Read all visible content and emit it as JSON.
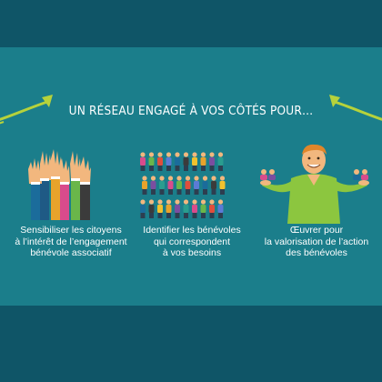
{
  "heading": "UN RÉSEAU ENGAGÉ À VOS CÔTÉS POUR…",
  "columns": [
    {
      "lines": [
        "Sensibiliser les citoyens",
        "à l’intérêt de l’engagement",
        "bénévole associatif"
      ]
    },
    {
      "lines": [
        "Identifier les bénévoles",
        "qui correspondent",
        "à vos besoins"
      ]
    },
    {
      "lines": [
        "Œuvrer pour",
        "la valorisation de l’action",
        "des bénévoles"
      ]
    }
  ],
  "colors": {
    "background": "#0f5567",
    "band": "#1b7e8b",
    "accent": "#b6d23b",
    "shirt": "#8cc63f"
  },
  "icons": [
    "raised-hands-icon",
    "crowd-of-people-icon",
    "man-holding-figures-icon",
    "arrow-left-icon",
    "arrow-right-icon"
  ]
}
